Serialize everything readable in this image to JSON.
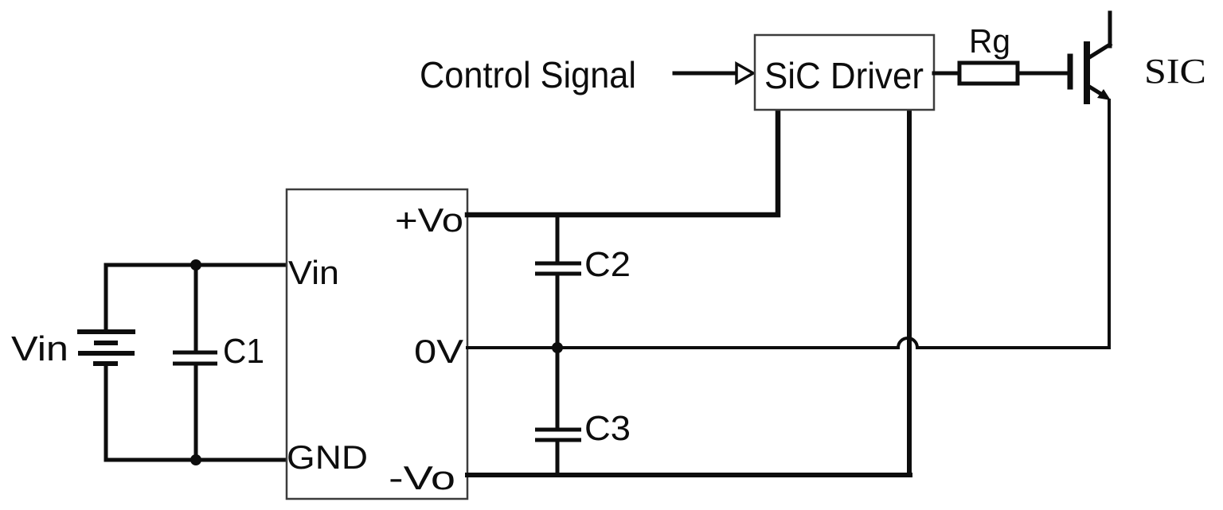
{
  "labels": {
    "control_signal": "Control Signal",
    "sic_driver": "SiC Driver",
    "gate_resistor": "Rg",
    "transistor": "SIC",
    "input_source": "Vin",
    "input_capacitor": "C1",
    "output_capacitor_top": "C2",
    "output_capacitor_bottom": "C3"
  },
  "converter": {
    "pin_vin": "Vin",
    "pin_gnd": "GND",
    "pin_pos_vo": "+Vo",
    "pin_zero_v": "0V",
    "pin_neg_vo": "-Vo"
  },
  "colors": {
    "line": "#0d0d0d",
    "box_border": "#3c3c3c",
    "background": "#ffffff"
  }
}
